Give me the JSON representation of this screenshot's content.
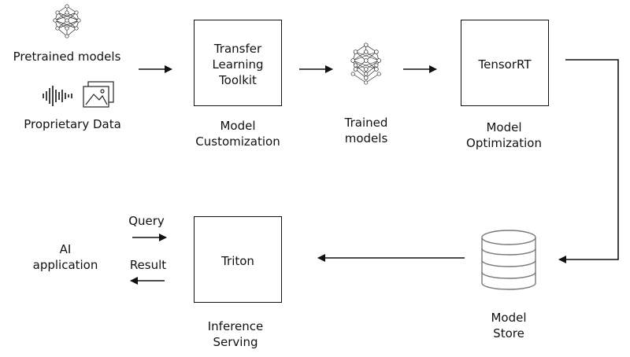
{
  "inputs": {
    "pretrained_label": "Pretrained models",
    "proprietary_label": "Proprietary Data"
  },
  "tlt": {
    "box_lines": [
      "Transfer",
      "Learning",
      "Toolkit"
    ],
    "caption_lines": [
      "Model",
      "Customization"
    ]
  },
  "trained": {
    "caption_lines": [
      "Trained",
      "models"
    ]
  },
  "tensorrt": {
    "box_label": "TensorRT",
    "caption_lines": [
      "Model",
      "Optimization"
    ]
  },
  "model_store": {
    "caption_lines": [
      "Model",
      "Store"
    ]
  },
  "triton": {
    "box_label": "Triton",
    "caption_lines": [
      "Inference",
      "Serving"
    ]
  },
  "ai_app": {
    "label_lines": [
      "AI",
      "application"
    ]
  },
  "edges": {
    "query_label": "Query",
    "result_label": "Result"
  }
}
